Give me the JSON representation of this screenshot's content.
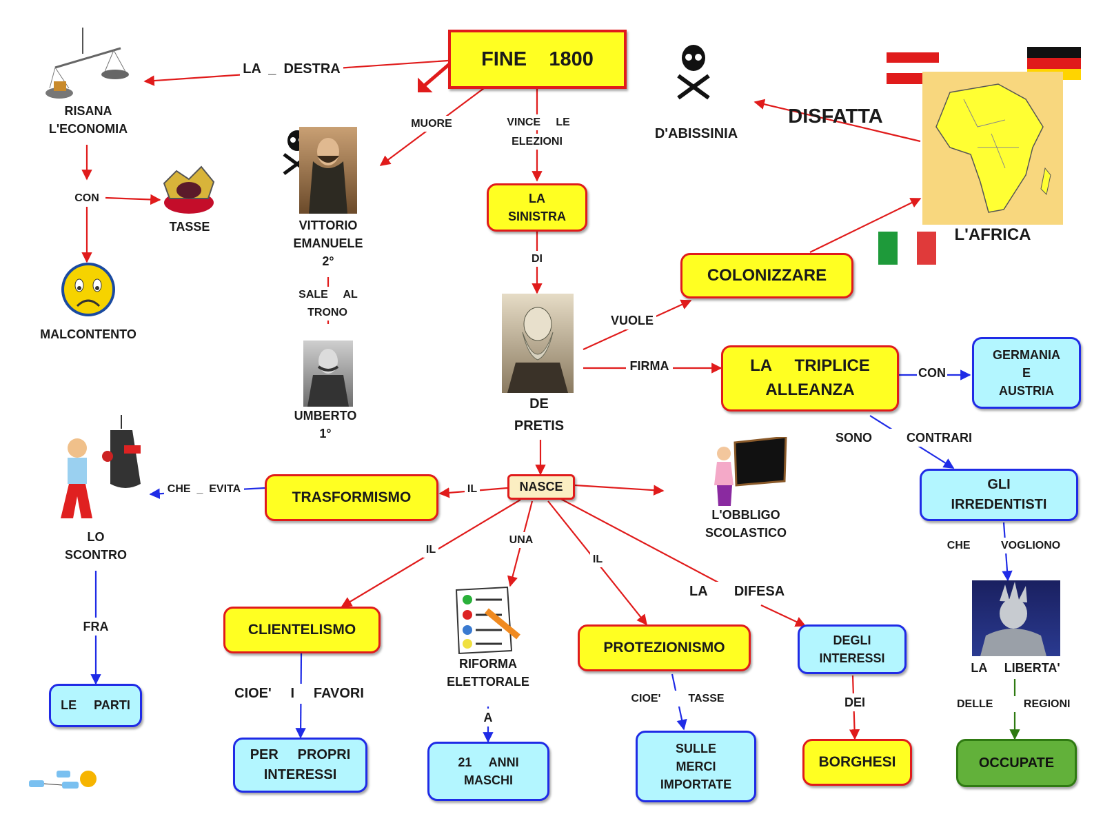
{
  "title": "FINE    1800",
  "nodes": {
    "la_sinistra": [
      "LA",
      "SINISTRA"
    ],
    "colonizzare": "COLONIZZARE",
    "triplice": [
      "LA     TRIPLICE",
      "ALLEANZA"
    ],
    "germania": [
      "GERMANIA",
      "E",
      "AUSTRIA"
    ],
    "irredentisti": [
      "GLI",
      "IRREDENTISTI"
    ],
    "occupate": "OCCUPATE",
    "nasce": "NASCE",
    "trasformismo": "TRASFORMISMO",
    "le_parti": "LE     PARTI",
    "clientelismo": "CLIENTELISMO",
    "propri_interessi": [
      "PER     PROPRI",
      "INTERESSI"
    ],
    "anni_maschi": [
      "21     ANNI",
      "MASCHI"
    ],
    "protezionismo": "PROTEZIONISMO",
    "merci": [
      "SULLE",
      "MERCI",
      "IMPORTATE"
    ],
    "degli_interessi": [
      "DEGLI",
      "INTERESSI"
    ],
    "borghesi": "BORGHESI"
  },
  "labels": {
    "risana": [
      "RISANA",
      "L'ECONOMIA"
    ],
    "tasse": "TASSE",
    "malcontento": "MALCONTENTO",
    "vittorio": [
      "VITTORIO",
      "EMANUELE",
      "2°"
    ],
    "umberto": [
      "UMBERTO",
      "1°"
    ],
    "de_pretis": [
      "DE",
      "PRETIS"
    ],
    "abissinia": "D'ABISSINIA",
    "disfatta": "DISFATTA",
    "africa": "L'AFRICA",
    "obbligo": [
      "L'OBBLIGO",
      "SCOLASTICO"
    ],
    "scontro": [
      "LO",
      "SCONTRO"
    ],
    "riforma": [
      "RIFORMA",
      "ELETTORALE"
    ],
    "liberta": "LA     LIBERTA'"
  },
  "links": {
    "la_destra": "LA  _  DESTRA",
    "muore": "MUORE",
    "vince_le": "VINCE     LE",
    "elezioni": "ELEZIONI",
    "con_tasse": "CON",
    "di": "DI",
    "sale_al": "SALE     AL",
    "trono": "TRONO",
    "vuole": "VUOLE",
    "firma": "FIRMA",
    "con_germania": "CON",
    "sono_contrari": "SONO          CONTRARI",
    "che_vogliono": "CHE          VOGLIONO",
    "delle_regioni": "DELLE          REGIONI",
    "che_evita": "CHE  _  EVITA",
    "il_trasf": "IL",
    "fra": "FRA",
    "il_client": "IL",
    "una": "UNA",
    "il_prot": "IL",
    "la_difesa": "LA       DIFESA",
    "cioe_favori": "CIOE'     I     FAVORI",
    "a": "A",
    "cioe_tasse": "CIOE'         TASSE",
    "dei": "DEI"
  },
  "colors": {
    "red": "#e01b1b",
    "blue": "#1f2be6",
    "green": "#2f7a12",
    "yellow": "#ffff22",
    "cyan": "#b3f6ff"
  }
}
